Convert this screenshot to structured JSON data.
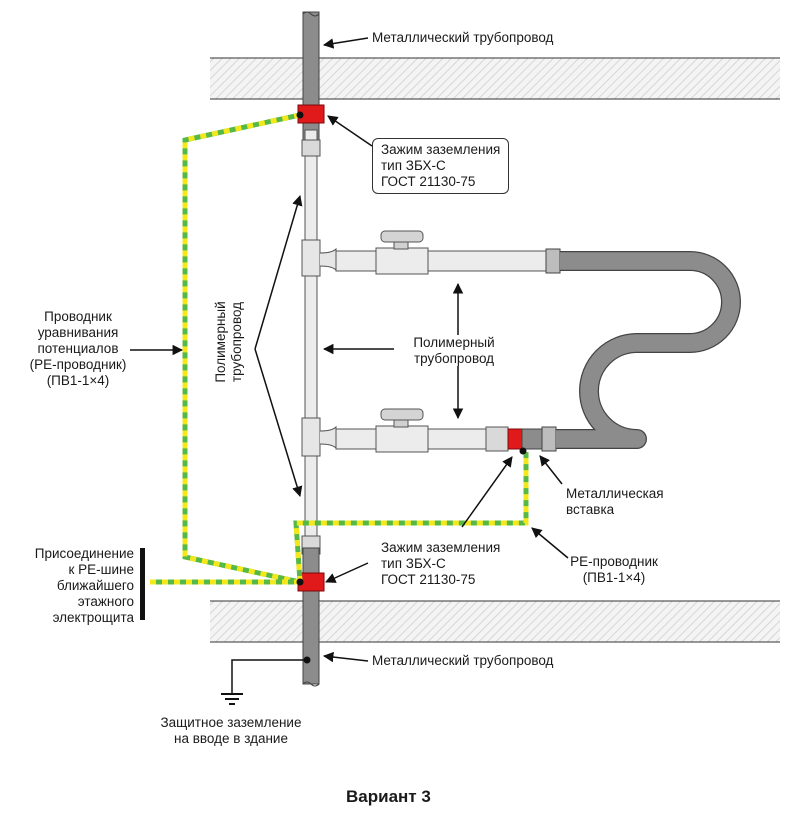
{
  "labels": {
    "metal_pipe_top": "Металлический трубопровод",
    "metal_pipe_bottom": "Металлический трубопровод",
    "clamp_top": [
      "Зажим заземления",
      "тип ЗБХ-С",
      "ГОСТ 21130-75"
    ],
    "clamp_bottom": [
      "Зажим заземления",
      "тип ЗБХ-С",
      "ГОСТ 21130-75"
    ],
    "potential_conductor": [
      "Проводник",
      "уравнивания",
      "потенциалов",
      "(PE-проводник)",
      "(ПВ1-1×4)"
    ],
    "polymer_vertical": [
      "Полимерный",
      "трубопровод"
    ],
    "polymer_center": [
      "Полимерный",
      "трубопровод"
    ],
    "metal_insert": [
      "Металлическая",
      "вставка"
    ],
    "pe_conductor": [
      "PE-проводник",
      "(ПВ1-1×4)"
    ],
    "connection": [
      "Присоединение",
      "к PE-шине",
      "ближайшего",
      "этажного",
      "электрощита"
    ],
    "protective_ground": [
      "Защитное заземление",
      "на вводе в здание"
    ],
    "caption": "Вариант 3"
  },
  "colors": {
    "metal_pipe": "#8c8c8c",
    "polymer_pipe": "#e8e8e8",
    "clamp": "#e0191b",
    "wire_green": "#56b947",
    "wire_yellow": "#f4e81c",
    "hatch": "#c8c8c8"
  }
}
